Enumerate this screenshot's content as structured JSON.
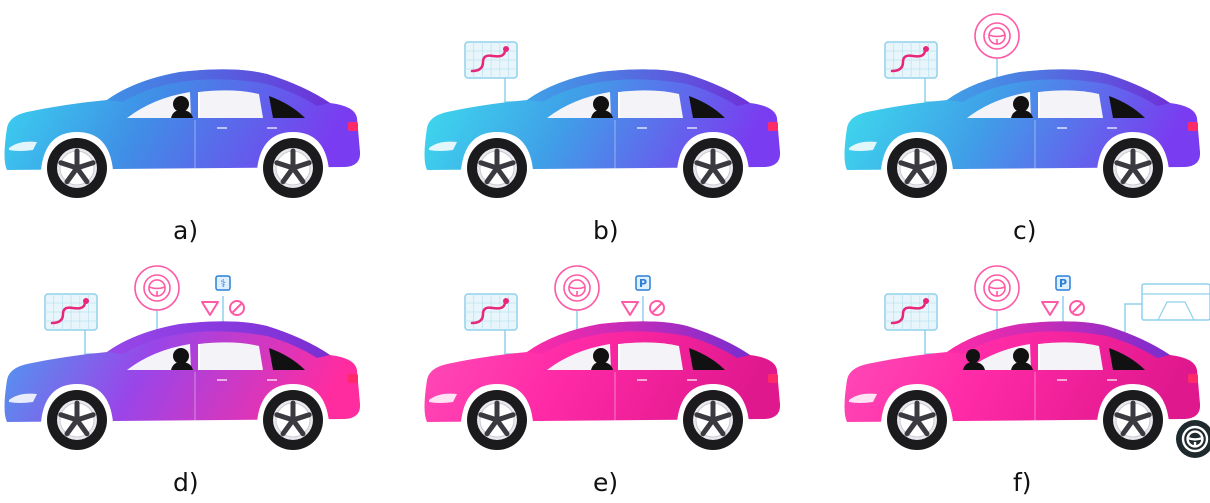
{
  "figure": {
    "panels": [
      {
        "id": "a",
        "label": "a)",
        "gradient": [
          "#3ad6f0",
          "#3f8fe6",
          "#7a3cf0"
        ],
        "features": []
      },
      {
        "id": "b",
        "label": "b)",
        "gradient": [
          "#3ee0ee",
          "#3fa0e8",
          "#7a3cf0"
        ],
        "features": [
          "map"
        ]
      },
      {
        "id": "c",
        "label": "c)",
        "gradient": [
          "#3ee0ee",
          "#3fa0e8",
          "#7a3cf0"
        ],
        "features": [
          "map",
          "wheel"
        ]
      },
      {
        "id": "d",
        "label": "d)",
        "gradient": [
          "#4a9ef0",
          "#9a45e8",
          "#ff2ca0"
        ],
        "features": [
          "map",
          "wheel",
          "signs"
        ],
        "sign_glyph": "⚕"
      },
      {
        "id": "e",
        "label": "e)",
        "gradient": [
          "#ff4cb8",
          "#ff2aa6",
          "#e0188e"
        ],
        "features": [
          "map",
          "wheel",
          "signs"
        ],
        "sign_glyph": "P"
      },
      {
        "id": "f",
        "label": "f)",
        "gradient": [
          "#ff4cb8",
          "#ff2aa6",
          "#e0188e"
        ],
        "features": [
          "map",
          "wheel",
          "signs",
          "screen",
          "corner-wheel"
        ],
        "sign_glyph": "P"
      }
    ],
    "colors": {
      "line": "#8fd0ec",
      "map_bg": "#e8f6fc",
      "route": "#e8267a",
      "pink_icon": "#ff5aa6",
      "sign_blue": "#2c7fd8",
      "tire": "#1b1b1d",
      "glass": "#111111",
      "roof": "#6d2fd6"
    },
    "icons": [
      "map-icon",
      "steering-wheel-icon",
      "parking-sign-icon",
      "yield-sign-icon",
      "no-entry-icon",
      "screen-icon",
      "steering-wheel-corner-icon"
    ]
  }
}
